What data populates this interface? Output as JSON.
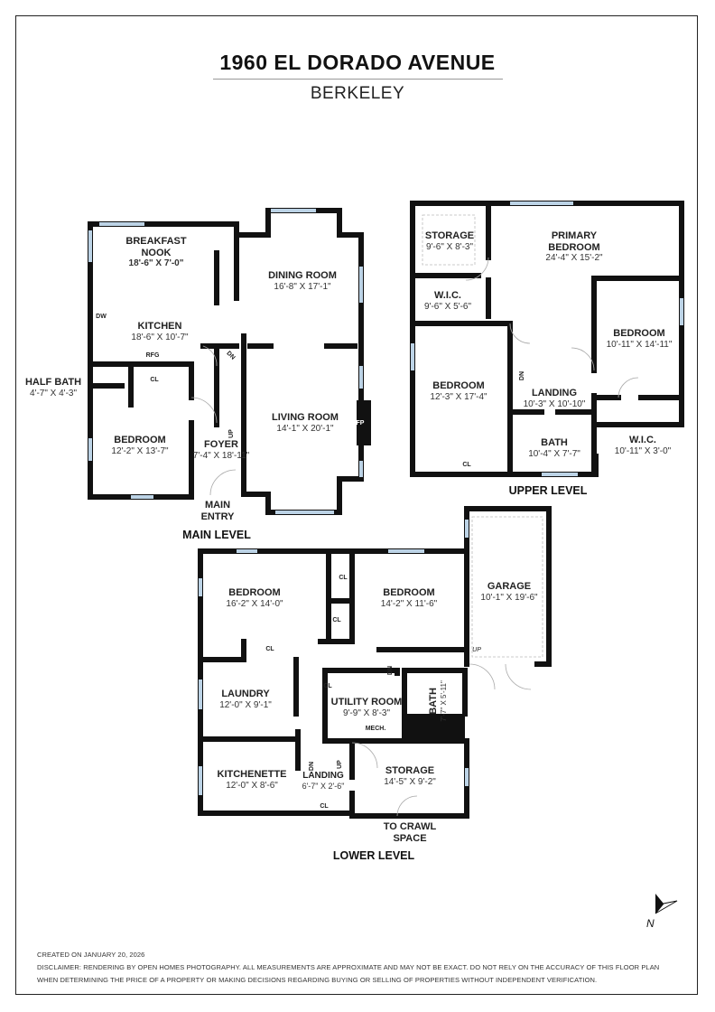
{
  "header": {
    "address": "1960 EL DORADO AVENUE",
    "city": "BERKELEY"
  },
  "levels": {
    "main": {
      "label": "MAIN LEVEL",
      "rooms": [
        {
          "name": "BREAKFAST NOOK",
          "line1": "BREAKFAST",
          "line2": "NOOK",
          "dims": "18'-6\" X 7'-0\""
        },
        {
          "name": "KITCHEN",
          "dims": "18'-6\" X 10'-7\""
        },
        {
          "name": "DINING ROOM",
          "dims": "16'-8\" X 17'-1\""
        },
        {
          "name": "HALF BATH",
          "dims": "4'-7\" X 4'-3\""
        },
        {
          "name": "BEDROOM",
          "dims": "12'-2\" X 13'-7\""
        },
        {
          "name": "FOYER",
          "dims": "7'-4\" X 18'-11\""
        },
        {
          "name": "LIVING ROOM",
          "dims": "14'-1\" X 20'-1\""
        }
      ],
      "fixtures": {
        "dw": "DW",
        "rfg": "RFG",
        "cl": "CL",
        "fp": "FP",
        "dn": "DN",
        "up": "UP"
      },
      "entry": {
        "line1": "MAIN",
        "line2": "ENTRY"
      }
    },
    "upper": {
      "label": "UPPER LEVEL",
      "rooms": [
        {
          "name": "STORAGE",
          "dims": "9'-6\" X 8'-3\""
        },
        {
          "name": "PRIMARY BEDROOM",
          "line1": "PRIMARY",
          "line2": "BEDROOM",
          "dims": "24'-4\" X 15'-2\""
        },
        {
          "name": "W.I.C.",
          "dims": "9'-6\" X 5'-6\""
        },
        {
          "name": "BEDROOM",
          "dims": "10'-11\" X 14'-11\""
        },
        {
          "name": "BEDROOM",
          "dims": "12'-3\" X 17'-4\""
        },
        {
          "name": "LANDING",
          "dims": "10'-3\" X 10'-10\""
        },
        {
          "name": "BATH",
          "dims": "10'-4\" X 7'-7\""
        },
        {
          "name": "W.I.C.",
          "dims": "10'-11\" X 3'-0\""
        }
      ],
      "fixtures": {
        "cl": "CL",
        "dn": "DN"
      }
    },
    "lower": {
      "label": "LOWER LEVEL",
      "rooms": [
        {
          "name": "BEDROOM",
          "dims": "16'-2\" X 14'-0\""
        },
        {
          "name": "BEDROOM",
          "dims": "14'-2\" X 11'-6\""
        },
        {
          "name": "GARAGE",
          "dims": "10'-1\" X 19'-6\""
        },
        {
          "name": "LAUNDRY",
          "dims": "12'-0\" X 9'-1\""
        },
        {
          "name": "UTILITY ROOM",
          "dims": "9'-9\" X 8'-3\""
        },
        {
          "name": "BATH",
          "dims": "7'-7\" X 5'-11\""
        },
        {
          "name": "KITCHENETTE",
          "dims": "12'-0\" X 8'-6\""
        },
        {
          "name": "LANDING",
          "dims": "6'-7\" X 2'-6\""
        },
        {
          "name": "STORAGE",
          "dims": "14'-5\" X 9'-2\""
        }
      ],
      "fixtures": {
        "cl": "CL",
        "mech": "MECH.",
        "dn": "DN",
        "up": "UP"
      },
      "crawl": {
        "line1": "TO CRAWL",
        "line2": "SPACE"
      }
    }
  },
  "compass": {
    "label": "N",
    "icon": "north-arrow-icon"
  },
  "footer": {
    "created": "CREATED ON JANUARY 20, 2026",
    "disclaimer_line1": "DISCLAIMER: RENDERING BY OPEN HOMES PHOTOGRAPHY. ALL MEASUREMENTS ARE APPROXIMATE AND MAY NOT BE EXACT. DO NOT RELY ON THE ACCURACY OF THIS FLOOR PLAN",
    "disclaimer_line2": "WHEN DETERMINING THE PRICE OF A PROPERTY OR MAKING DECISIONS REGARDING BUYING OR SELLING OF PROPERTIES WITHOUT INDEPENDENT VERIFICATION."
  },
  "colors": {
    "wall": "#111111",
    "window": "#bcd3e6",
    "background": "#ffffff"
  }
}
